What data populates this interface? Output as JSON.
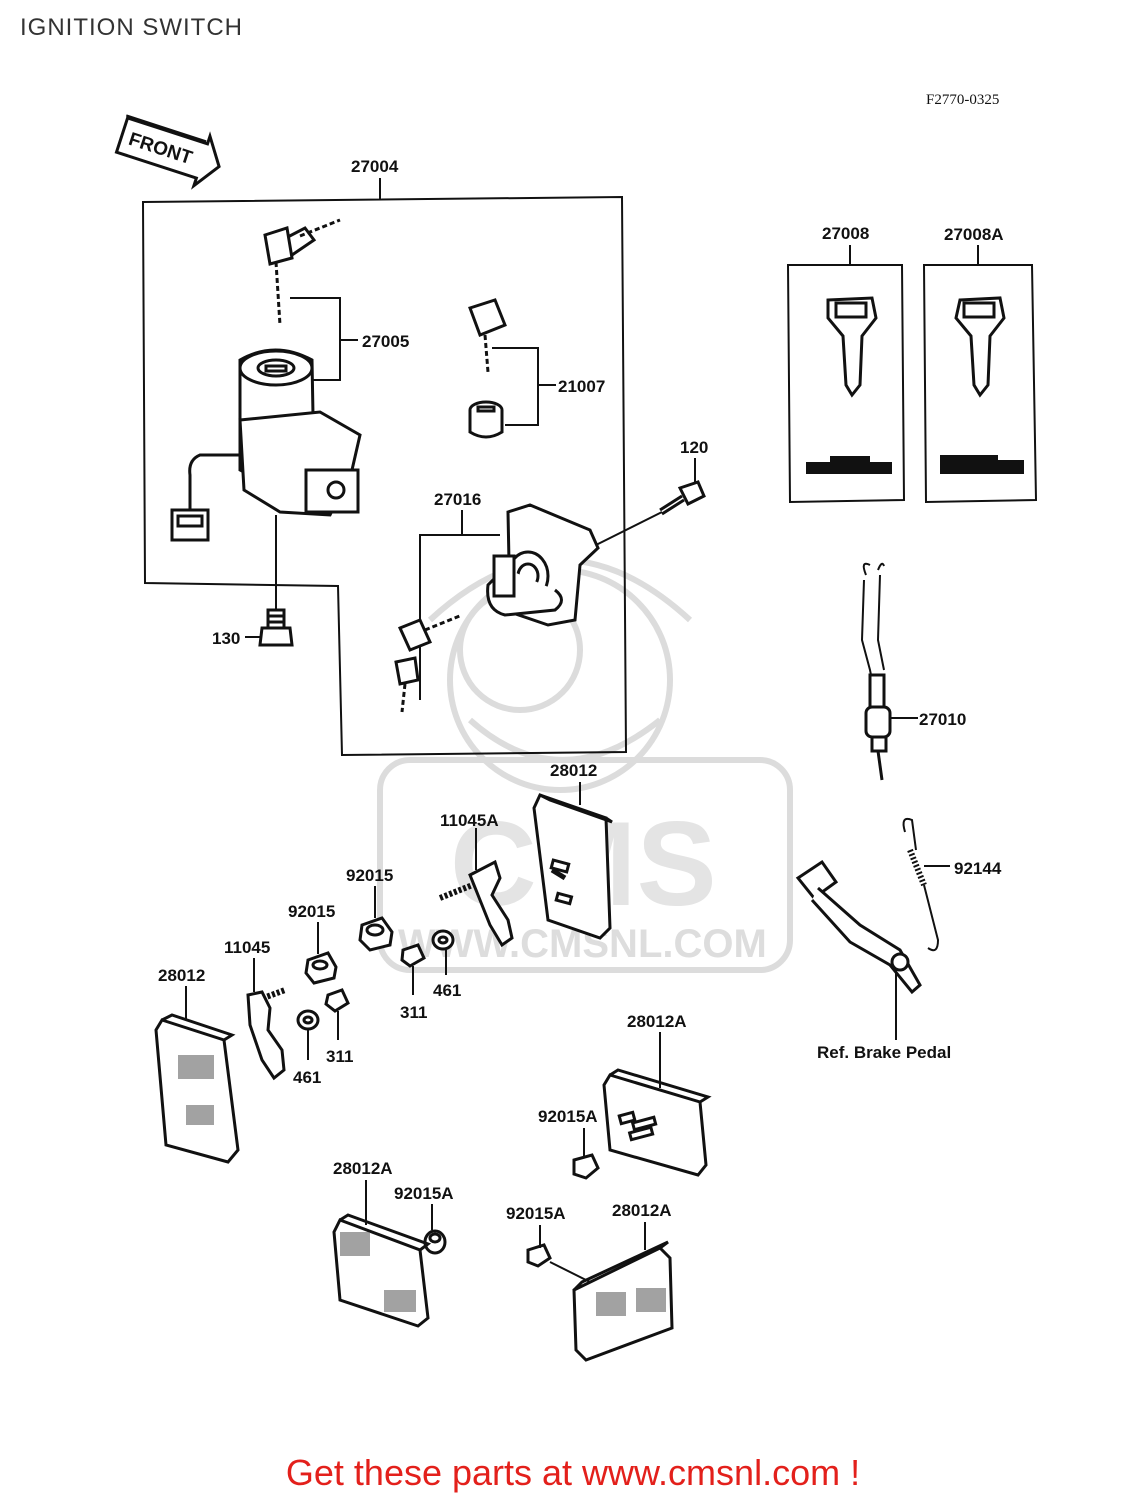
{
  "page": {
    "title": "IGNITION SWITCH",
    "drawing_code": "F2770-0325",
    "front_arrow_label": "FRONT"
  },
  "watermark": {
    "brand": "CMS",
    "url": "WWW.CMSNL.COM"
  },
  "parts": [
    {
      "ref": "27004"
    },
    {
      "ref": "27005"
    },
    {
      "ref": "21007"
    },
    {
      "ref": "120"
    },
    {
      "ref": "27016"
    },
    {
      "ref": "130"
    },
    {
      "ref": "27008"
    },
    {
      "ref": "27008A"
    },
    {
      "ref": "27010"
    },
    {
      "ref": "28012"
    },
    {
      "ref": "11045A"
    },
    {
      "ref": "92015"
    },
    {
      "ref": "92015"
    },
    {
      "ref": "11045"
    },
    {
      "ref": "28012"
    },
    {
      "ref": "311"
    },
    {
      "ref": "461"
    },
    {
      "ref": "461"
    },
    {
      "ref": "311"
    },
    {
      "ref": "92144"
    },
    {
      "ref": "Ref. Brake Pedal"
    },
    {
      "ref": "28012A"
    },
    {
      "ref": "92015A"
    },
    {
      "ref": "28012A"
    },
    {
      "ref": "92015A"
    },
    {
      "ref": "92015A"
    },
    {
      "ref": "28012A"
    }
  ],
  "footer": {
    "text": "Get these parts at www.cmsnl.com !",
    "color": "#e3201b"
  }
}
